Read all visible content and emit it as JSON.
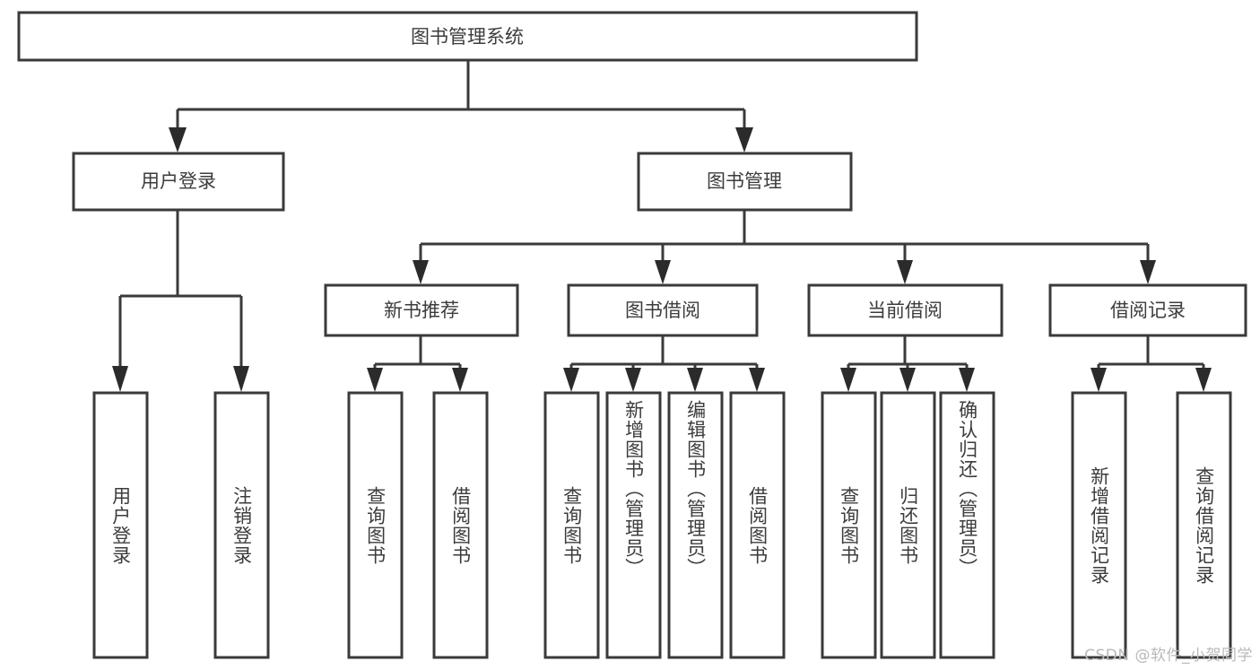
{
  "diagram": {
    "type": "tree-hierarchy",
    "title": "图书管理系统",
    "orientation": "top-down",
    "colors": {
      "box_fill": "#ffffff",
      "box_stroke": "#3a3a3a",
      "line": "#3a3a3a",
      "text": "#3c3c3c",
      "watermark": "#b9b9b9",
      "background": "#ffffff"
    },
    "root": {
      "label": "图书管理系统"
    },
    "level2": [
      {
        "id": "user-login",
        "label": "用户登录"
      },
      {
        "id": "book-manage",
        "label": "图书管理"
      }
    ],
    "level3": [
      {
        "id": "new-book-recommend",
        "label": "新书推荐",
        "parent": "book-manage"
      },
      {
        "id": "book-borrow",
        "label": "图书借阅",
        "parent": "book-manage"
      },
      {
        "id": "current-borrow",
        "label": "当前借阅",
        "parent": "book-manage"
      },
      {
        "id": "borrow-record",
        "label": "借阅记录",
        "parent": "book-manage"
      }
    ],
    "leaves": [
      {
        "id": "leaf-user-login",
        "label": "用户登录",
        "parent": "user-login"
      },
      {
        "id": "leaf-user-logout",
        "label": "注销登录",
        "parent": "user-login"
      },
      {
        "id": "leaf-query-book-1",
        "label": "查询图书",
        "parent": "new-book-recommend"
      },
      {
        "id": "leaf-borrow-book-1",
        "label": "借阅图书",
        "parent": "new-book-recommend"
      },
      {
        "id": "leaf-query-book-2",
        "label": "查询图书",
        "parent": "book-borrow"
      },
      {
        "id": "leaf-add-book",
        "label": "新增图书（管理员）",
        "parent": "book-borrow"
      },
      {
        "id": "leaf-edit-book",
        "label": "编辑图书（管理员）",
        "parent": "book-borrow"
      },
      {
        "id": "leaf-borrow-book-2",
        "label": "借阅图书",
        "parent": "book-borrow"
      },
      {
        "id": "leaf-query-book-3",
        "label": "查询图书",
        "parent": "current-borrow"
      },
      {
        "id": "leaf-return-book",
        "label": "归还图书",
        "parent": "current-borrow"
      },
      {
        "id": "leaf-confirm-return",
        "label": "确认归还（管理员）",
        "parent": "current-borrow"
      },
      {
        "id": "leaf-add-record",
        "label": "新增借阅记录",
        "parent": "borrow-record"
      },
      {
        "id": "leaf-query-record",
        "label": "查询借阅记录",
        "parent": "borrow-record"
      }
    ]
  },
  "watermark": {
    "text": "CSDN @软件_小贺同学"
  }
}
